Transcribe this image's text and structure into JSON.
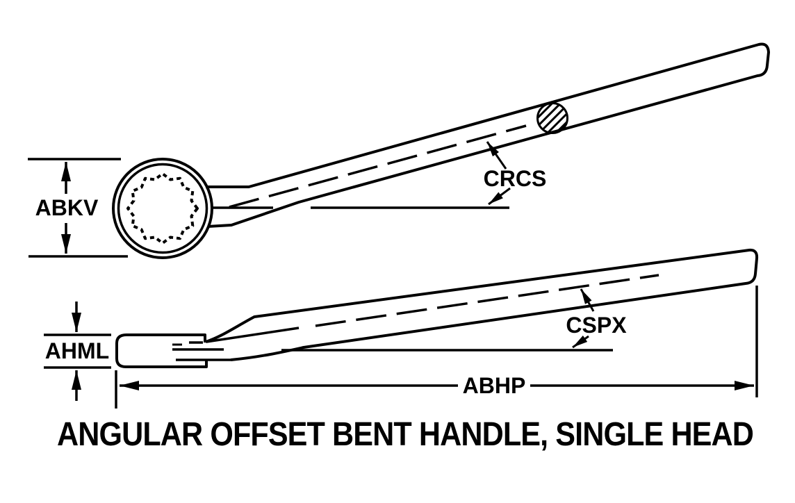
{
  "title": "ANGULAR OFFSET BENT HANDLE, SINGLE HEAD",
  "colors": {
    "ink": "#000000",
    "paper": "#ffffff"
  },
  "top_view": {
    "description": "plan view of box-end head with 12-point spline opening and angled round handle",
    "labels": {
      "abkv": "ABKV",
      "crcs": "CRCS"
    }
  },
  "side_view": {
    "description": "side elevation of head and offset bent handle",
    "labels": {
      "ahml": "AHML",
      "cspx": "CSPX",
      "abhp": "ABHP"
    }
  }
}
